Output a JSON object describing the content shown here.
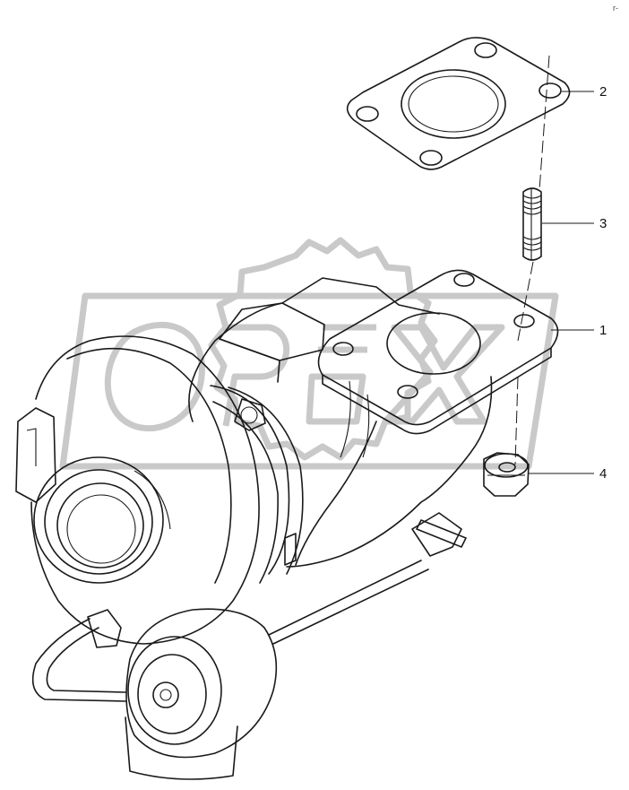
{
  "callouts": [
    {
      "id": "2",
      "label": "2"
    },
    {
      "id": "3",
      "label": "3"
    },
    {
      "id": "1",
      "label": "1"
    },
    {
      "id": "4",
      "label": "4"
    }
  ],
  "corner_mark": "r-",
  "watermark_text": "OPEX",
  "colors": {
    "line": "#1a1a1a",
    "watermark": "#c9c9c9",
    "background": "#ffffff"
  }
}
